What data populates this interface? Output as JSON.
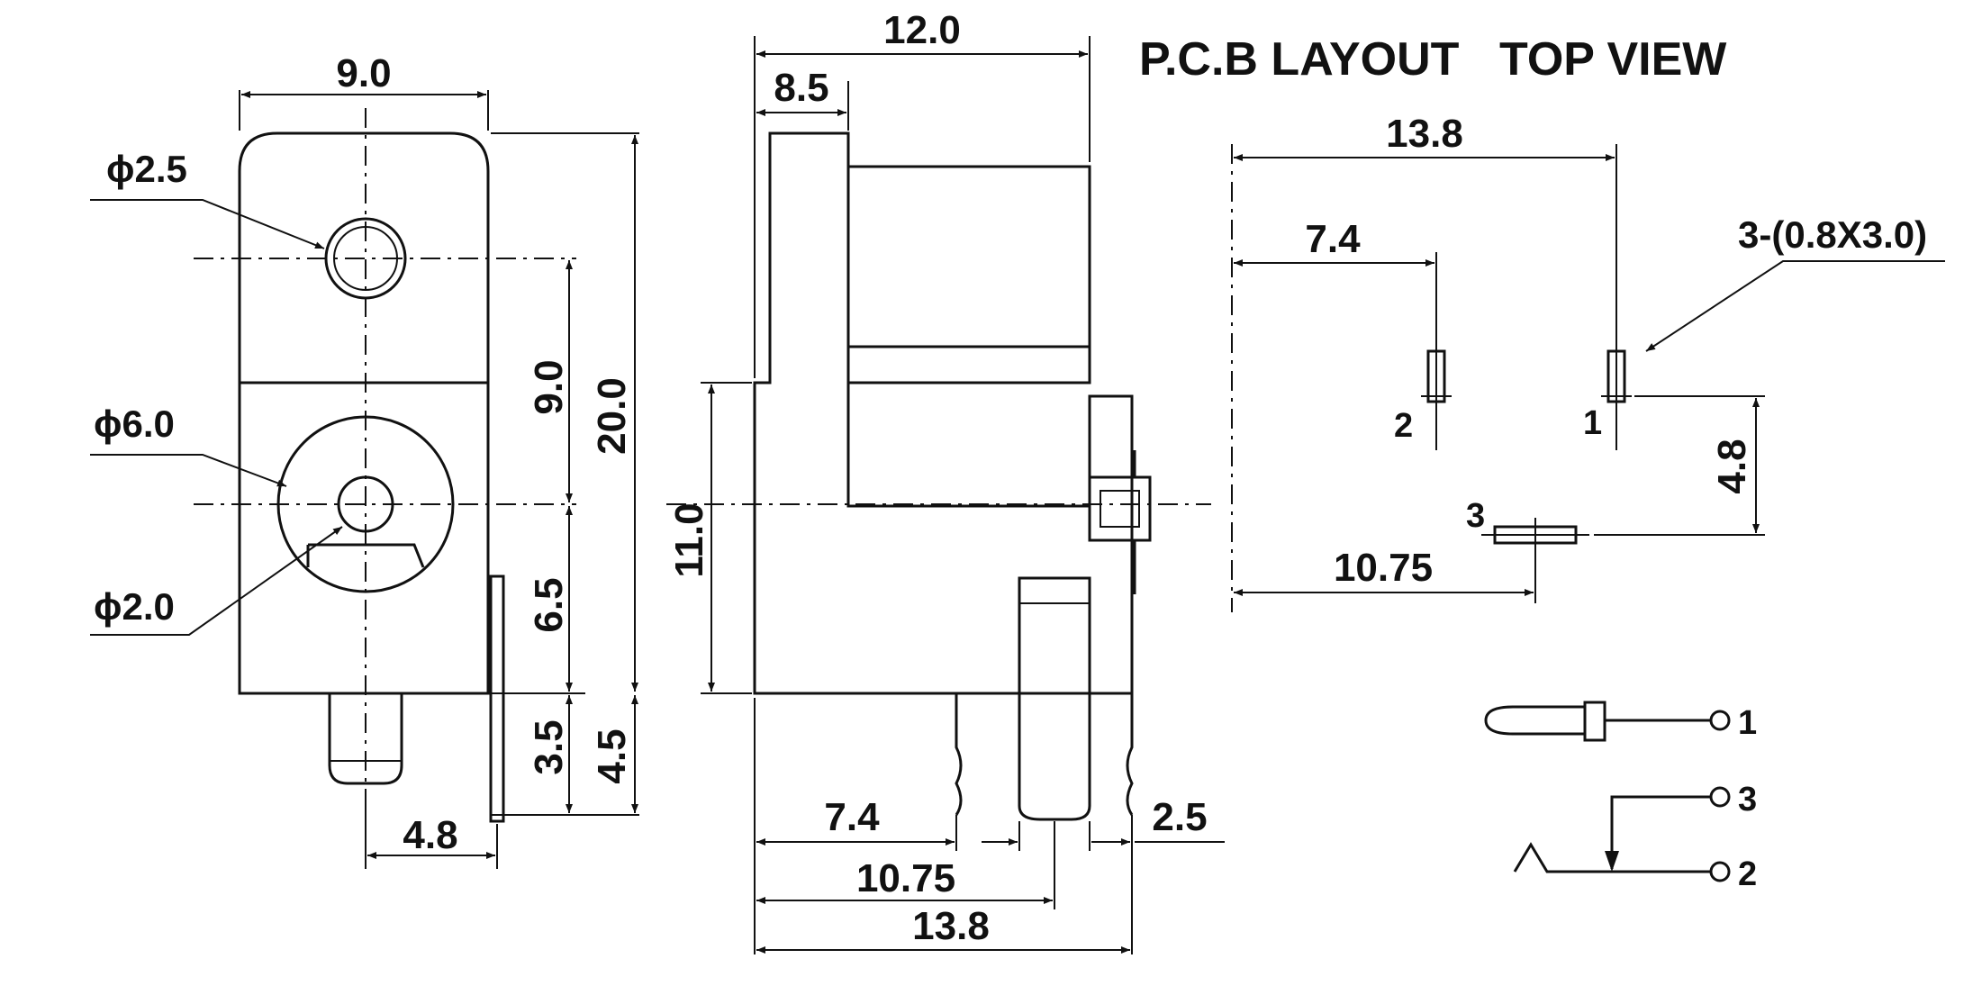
{
  "titles": {
    "pcb_layout": "P.C.B LAYOUT",
    "top_view": "TOP VIEW"
  },
  "front_view": {
    "width": "9.0",
    "hole_small": "ϕ2.5",
    "hole_large": "ϕ6.0",
    "center_pin": "ϕ2.0",
    "upper_spacing": "9.0",
    "total_height": "20.0",
    "lower_spacing": "6.5",
    "pin_length": "3.5",
    "pin_extent": "4.5",
    "pin_offset": "4.8"
  },
  "side_view": {
    "total_length": "12.0",
    "front_depth": "8.5",
    "body_height": "11.0",
    "pin1_pos": "7.4",
    "pin3_pos": "10.75",
    "pin2_pos": "13.8",
    "rear_offset": "2.5"
  },
  "pcb_layout": {
    "span": "13.8",
    "pin_to_pin": "7.4",
    "slot_spec": "3-(0.8X3.0)",
    "vertical_offset": "4.8",
    "pin3_offset": "10.75",
    "pins": {
      "p1": "1",
      "p2": "2",
      "p3": "3"
    }
  },
  "schematic": {
    "pins": [
      "1",
      "3",
      "2"
    ]
  },
  "colors": {
    "ink": "#111111",
    "paper": "#ffffff"
  }
}
